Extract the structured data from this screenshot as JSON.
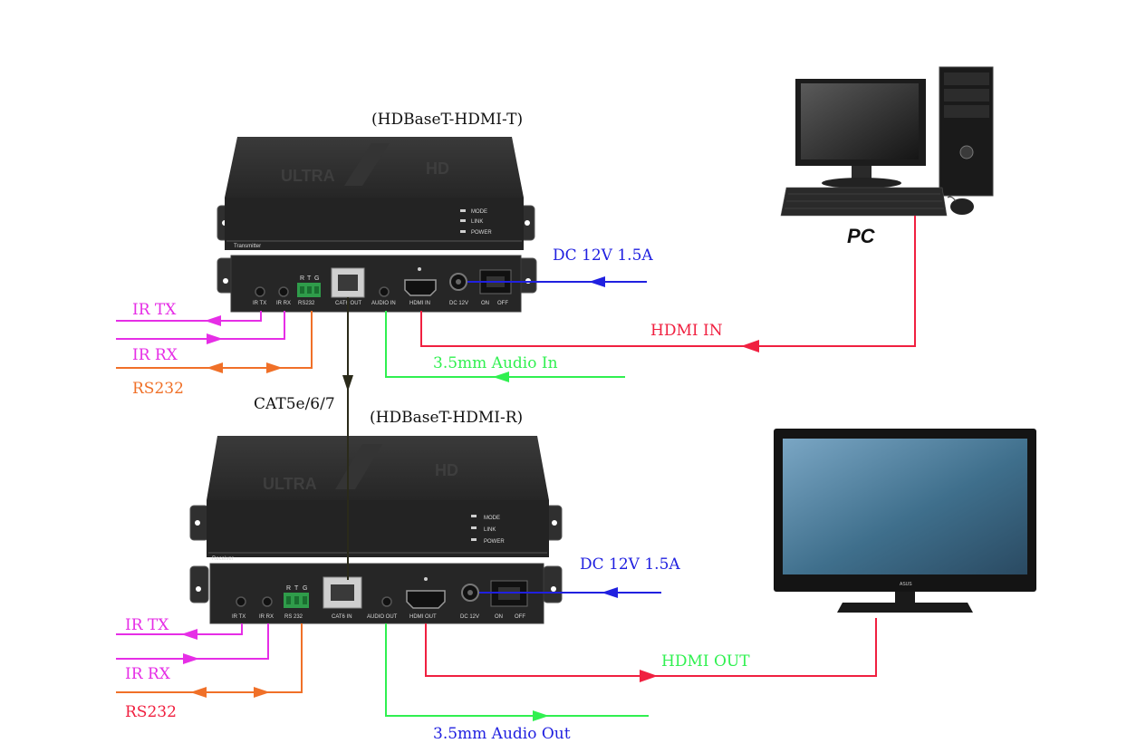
{
  "transmitter": {
    "title": "(HDBaseT-HDMI-T)",
    "body_label": "Transmitter",
    "leds": [
      "MODE",
      "LINK",
      "POWER"
    ],
    "ports": [
      "IR TX",
      "IR RX",
      "RS232",
      "CAT6 OUT",
      "AUDIO IN",
      "HDMI IN",
      "DC 12V",
      "ON",
      "OFF"
    ],
    "rs232_pins": [
      "R",
      "T",
      "G"
    ]
  },
  "receiver": {
    "title": "(HDBaseT-HDMI-R)",
    "body_label": "Receiver",
    "leds": [
      "MODE",
      "LINK",
      "POWER"
    ],
    "ports": [
      "IR TX",
      "IR RX",
      "RS 232",
      "CAT6 IN",
      "AUDIO OUT",
      "HDMI OUT",
      "DC 12V",
      "ON",
      "OFF"
    ],
    "rs232_pins": [
      "R",
      "T",
      "G"
    ]
  },
  "labels": {
    "tx_ir_tx": "IR TX",
    "tx_ir_rx": "IR RX",
    "tx_rs232": "RS232",
    "tx_dc": "DC 12V 1.5A",
    "hdmi_in": "HDMI IN",
    "audio_in": "3.5mm Audio In",
    "cable": "CAT5e/6/7",
    "rx_ir_tx": "IR TX",
    "rx_ir_rx": "IR RX",
    "rx_rs232": "RS232",
    "rx_dc": "DC 12V 1.5A",
    "hdmi_out": "HDMI OUT",
    "audio_out": "3.5mm Audio Out",
    "pc": "PC",
    "tv_brand": "ASUS"
  },
  "colors": {
    "ir": "#e62ee6",
    "rs232": "#f07028",
    "dc": "#2020e0",
    "hdmi": "#f02040",
    "audio": "#30f050",
    "cable": "#2a2a1a",
    "device": "#2b2b2b"
  }
}
